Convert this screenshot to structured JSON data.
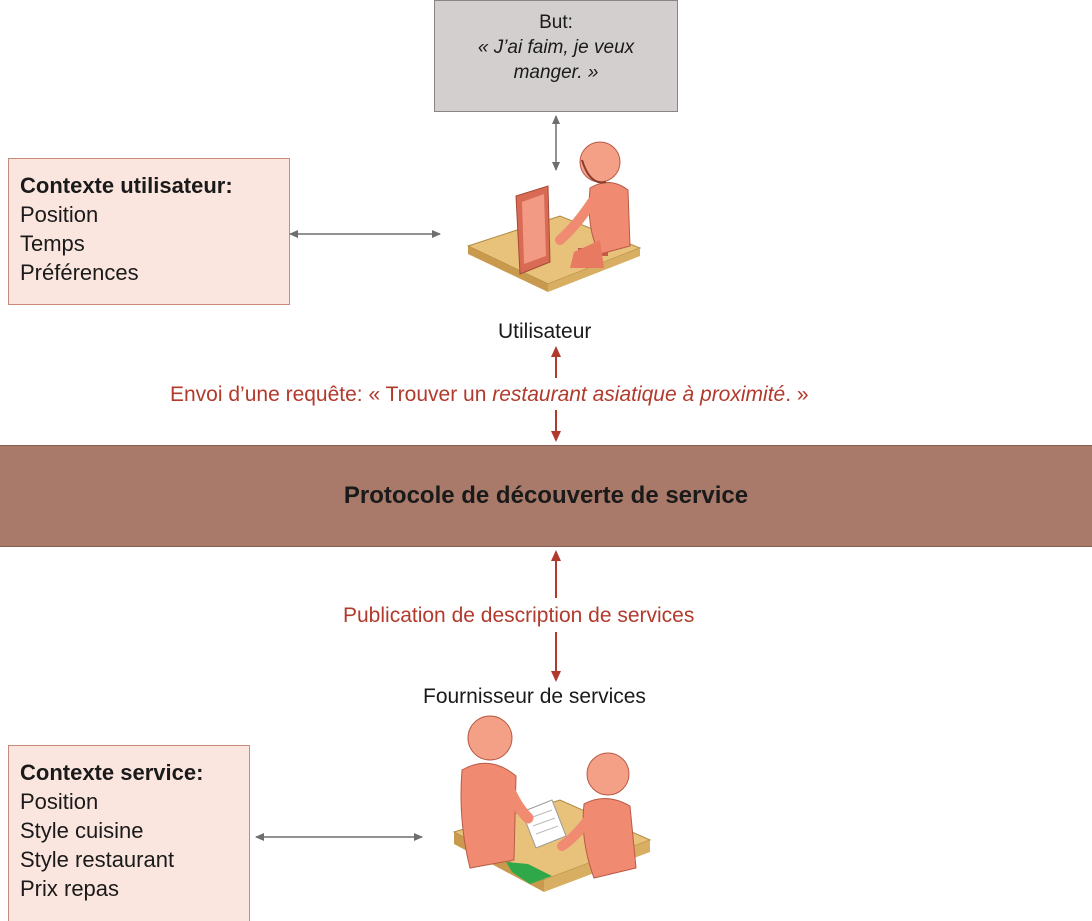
{
  "goal": {
    "label": "But:",
    "quote_line1": "« J’ai faim, je veux",
    "quote_line2": "manger. »"
  },
  "user_context": {
    "title": "Contexte utilisateur:",
    "items": [
      "Position",
      "Temps",
      "Préférences"
    ]
  },
  "user_label": "Utilisateur",
  "request": {
    "prefix": "Envoi d’une requête: « Trouver un ",
    "italic": "restaurant asiatique à proximité",
    "suffix": ". »"
  },
  "protocol_title": "Protocole de découverte de service",
  "publication_label": "Publication de description de services",
  "provider_label": "Fournisseur de services",
  "service_context": {
    "title": "Contexte service:",
    "items": [
      "Position",
      "Style cuisine",
      "Style restaurant",
      "Prix repas"
    ]
  },
  "colors": {
    "band": "#a97a6a",
    "context_fill": "#fbe6df",
    "goal_fill": "#d3cfcf",
    "red_text": "#b23a2c",
    "person": "#f08b72",
    "desk": "#e8c27a"
  },
  "icons": [
    "user-at-computer-icon",
    "service-providers-icon"
  ]
}
